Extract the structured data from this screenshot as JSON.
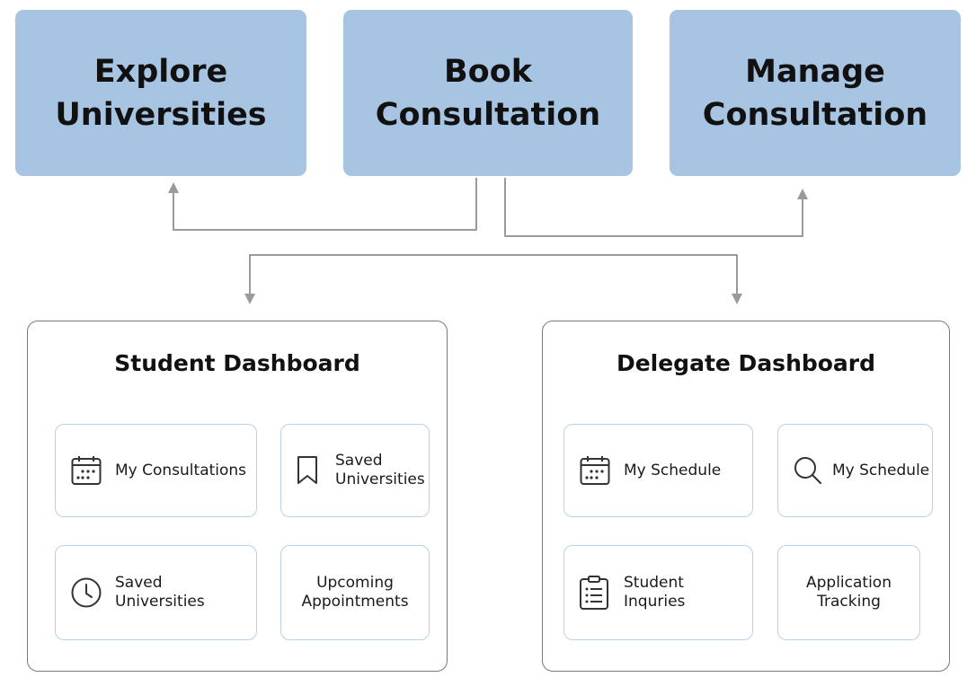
{
  "top_nodes": [
    {
      "id": "explore",
      "label": "Explore\nUniversities"
    },
    {
      "id": "book",
      "label": "Book\nConsultation"
    },
    {
      "id": "manage",
      "label": "Manage\nConsultation"
    }
  ],
  "student_dashboard": {
    "title": "Student Dashboard",
    "cards": [
      {
        "label": "My Consultations",
        "icon": "calendar-icon"
      },
      {
        "label": "Saved\nUniversities",
        "icon": "bookmark-icon"
      },
      {
        "label": "Saved\nUniversities",
        "icon": "clock-icon"
      },
      {
        "label": "Upcoming\nAppointments",
        "icon": ""
      }
    ]
  },
  "delegate_dashboard": {
    "title": "Delegate Dashboard",
    "cards": [
      {
        "label": "My Schedule",
        "icon": "calendar-icon"
      },
      {
        "label": "My Schedule",
        "icon": "search-icon"
      },
      {
        "label": "Student\nInquries",
        "icon": "clipboard-list-icon"
      },
      {
        "label": "Application\nTracking",
        "icon": ""
      }
    ]
  },
  "colors": {
    "top_box_fill": "#a8c4e3",
    "panel_border": "#7a7a7a",
    "card_border": "#b9d1e8",
    "connector": "#9a9a9a"
  }
}
